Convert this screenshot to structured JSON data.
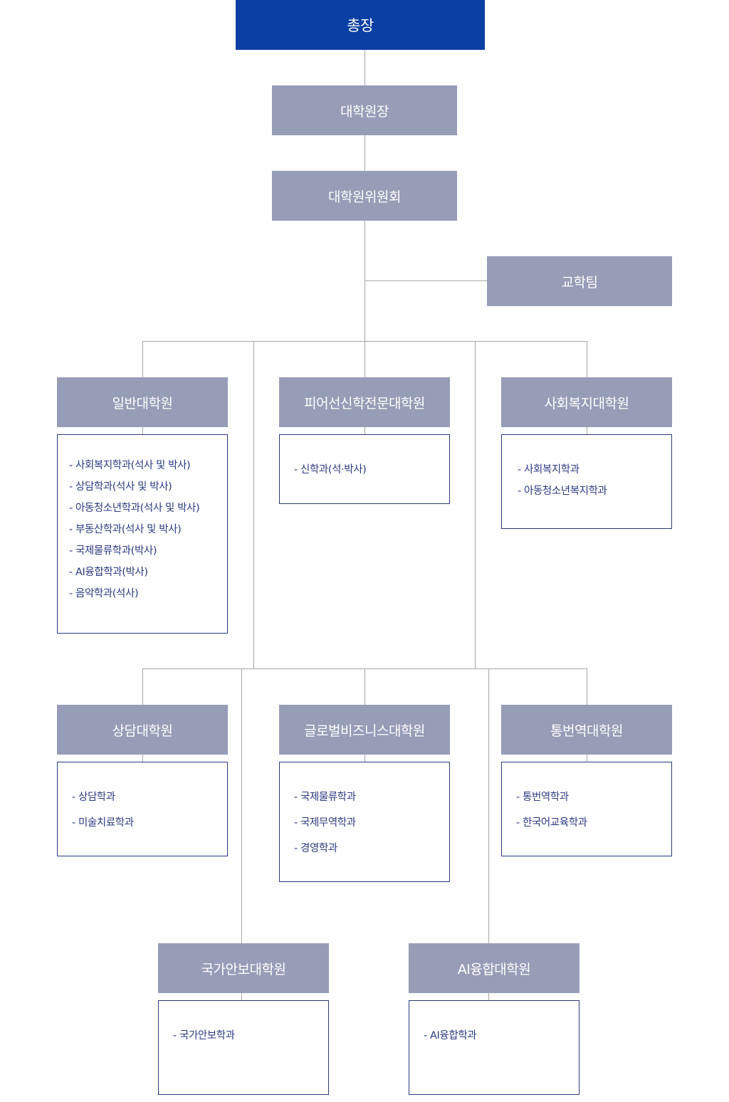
{
  "nodes": {
    "president": "총장",
    "dean": "대학원장",
    "committee": "대학원위원회",
    "academic_team": "교학팀"
  },
  "schools": [
    {
      "id": "general",
      "name": "일반대학원",
      "programs": [
        "- 사회복지학과(석사 및 박사)",
        "- 상담학과(석사 및 박사)",
        "- 아동청소년학과(석사 및 박사)",
        "- 부동산학과(석사 및 박사)",
        "- 국제물류학과(박사)",
        "- AI융합학과(박사)",
        "- 음악학과(석사)"
      ]
    },
    {
      "id": "theology",
      "name": "피어선신학전문대학원",
      "programs": [
        "- 신학과(석·박사)"
      ]
    },
    {
      "id": "social-welfare",
      "name": "사회복지대학원",
      "programs": [
        "- 사회복지학과",
        "- 아동청소년복지학과"
      ]
    },
    {
      "id": "counseling",
      "name": "상담대학원",
      "programs": [
        "- 상담학과",
        "- 미술치료학과"
      ]
    },
    {
      "id": "global-business",
      "name": "글로벌비즈니스대학원",
      "programs": [
        "- 국제물류학과",
        "- 국제무역학과",
        "- 경영학과"
      ]
    },
    {
      "id": "interpretation",
      "name": "통번역대학원",
      "programs": [
        "- 통번역학과",
        "- 한국어교육학과"
      ]
    },
    {
      "id": "national-security",
      "name": "국가안보대학원",
      "programs": [
        "- 국가안보학과"
      ]
    },
    {
      "id": "ai-convergence",
      "name": "AI융합대학원",
      "programs": [
        "- AI융합학과"
      ]
    }
  ]
}
